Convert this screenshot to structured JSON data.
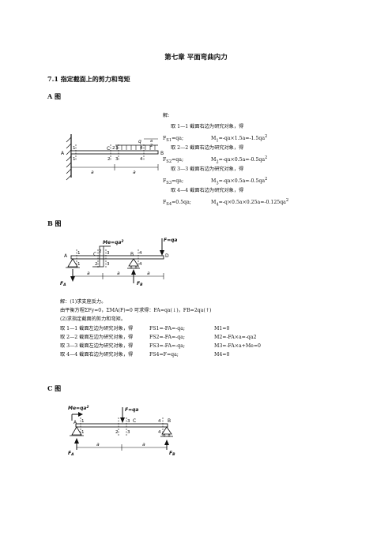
{
  "chapter_title": "第七章 平面弯曲内力",
  "section_title": "7.1 指定截面上的剪力和弯矩",
  "fig_a": {
    "heading": "A 图",
    "labels": {
      "A": "A",
      "B": "B",
      "C": "C",
      "q": "q",
      "a": "a",
      "a_half": "a",
      "half_den": "2",
      "n1": "1",
      "n2": "2",
      "n3": "3",
      "n4": "4"
    },
    "solution": {
      "intro": "解:",
      "lines": [
        {
          "text": "取 1—1 截面右边为研究对象，得",
          "indent": true
        },
        {
          "f": "F",
          "fs": "S1",
          "f_rest": "=qa;",
          "m": "M",
          "ms": "1",
          "m_rest": "=-qa×1.5a=-1.5qa",
          "sup": "2"
        },
        {
          "text": "取 2—2 截面右边为研究对象，得",
          "indent": true
        },
        {
          "f": "F",
          "fs": "S2",
          "f_rest": "=qa;",
          "m": "M",
          "ms": "2",
          "m_rest": "=-qa×0.5a=-0.5qa",
          "sup": "2"
        },
        {
          "text": "取 3—3 截面右边为研究对象，得",
          "indent": true
        },
        {
          "f": "F",
          "fs": "S3",
          "f_rest": "=qa;",
          "m": "M",
          "ms": "3",
          "m_rest": "=-qa×0.5a=-0.5qa",
          "sup": "2"
        },
        {
          "text": "取 4—4 截面右边为研究对象，得",
          "indent": true
        },
        {
          "f": "F",
          "fs": "S4",
          "f_rest": "=0.5qa;",
          "m": "M",
          "ms": "4",
          "m_rest": "=-q×0.5a×0.25a=-0.125qa",
          "sup": "2"
        }
      ]
    }
  },
  "fig_b": {
    "heading": "B 图",
    "labels": {
      "Me": "Me=qa",
      "Me_sup": "2",
      "F": "F=qa",
      "A": "A",
      "B": "B",
      "C": "C",
      "D": "D",
      "FA": "F",
      "FA_sub": "A",
      "FB": "F",
      "FB_sub": "B",
      "a": "a",
      "n1": "1",
      "n2": "2",
      "n3": "3",
      "n4": "4"
    },
    "solution": {
      "l1": "解：(1)求支座反力。",
      "l2": "由平衡方程ΣFy=0，ΣMA(F)=0 可求得：FA=qa(↓)，FB=2qa(↑)",
      "l3": "(2)求指定截面的剪力和弯矩。",
      "rows": [
        {
          "a": "取 1—1 截面左边为研究对象，得",
          "b": "FS1=-FA=-qa;",
          "c": "M1=0"
        },
        {
          "a": "取 2—2 截面左边为研究对象，得",
          "b": "FS2=-FA=-qa;",
          "c": "M2=-FA×a=-qa2"
        },
        {
          "a": "取 3—3 截面左边为研究对象，得",
          "b": "FS3=-FA=-qa;",
          "c": "M3=-FA×a+Me=0"
        },
        {
          "a": "取 4—4 截面右边为研究对象，得",
          "b": "FS4=F=qa;",
          "c": "M4=0"
        }
      ]
    }
  },
  "fig_c": {
    "heading": "C 图",
    "labels": {
      "Me": "Me=qa",
      "Me_sup": "2",
      "F": "F=qa",
      "A": "A",
      "B": "B",
      "C": "C",
      "FA": "F",
      "FA_sub": "A",
      "FB": "F",
      "FB_sub": "B",
      "a": "a",
      "n1": "1",
      "n2": "2",
      "n3": "3",
      "n4": "4"
    }
  }
}
